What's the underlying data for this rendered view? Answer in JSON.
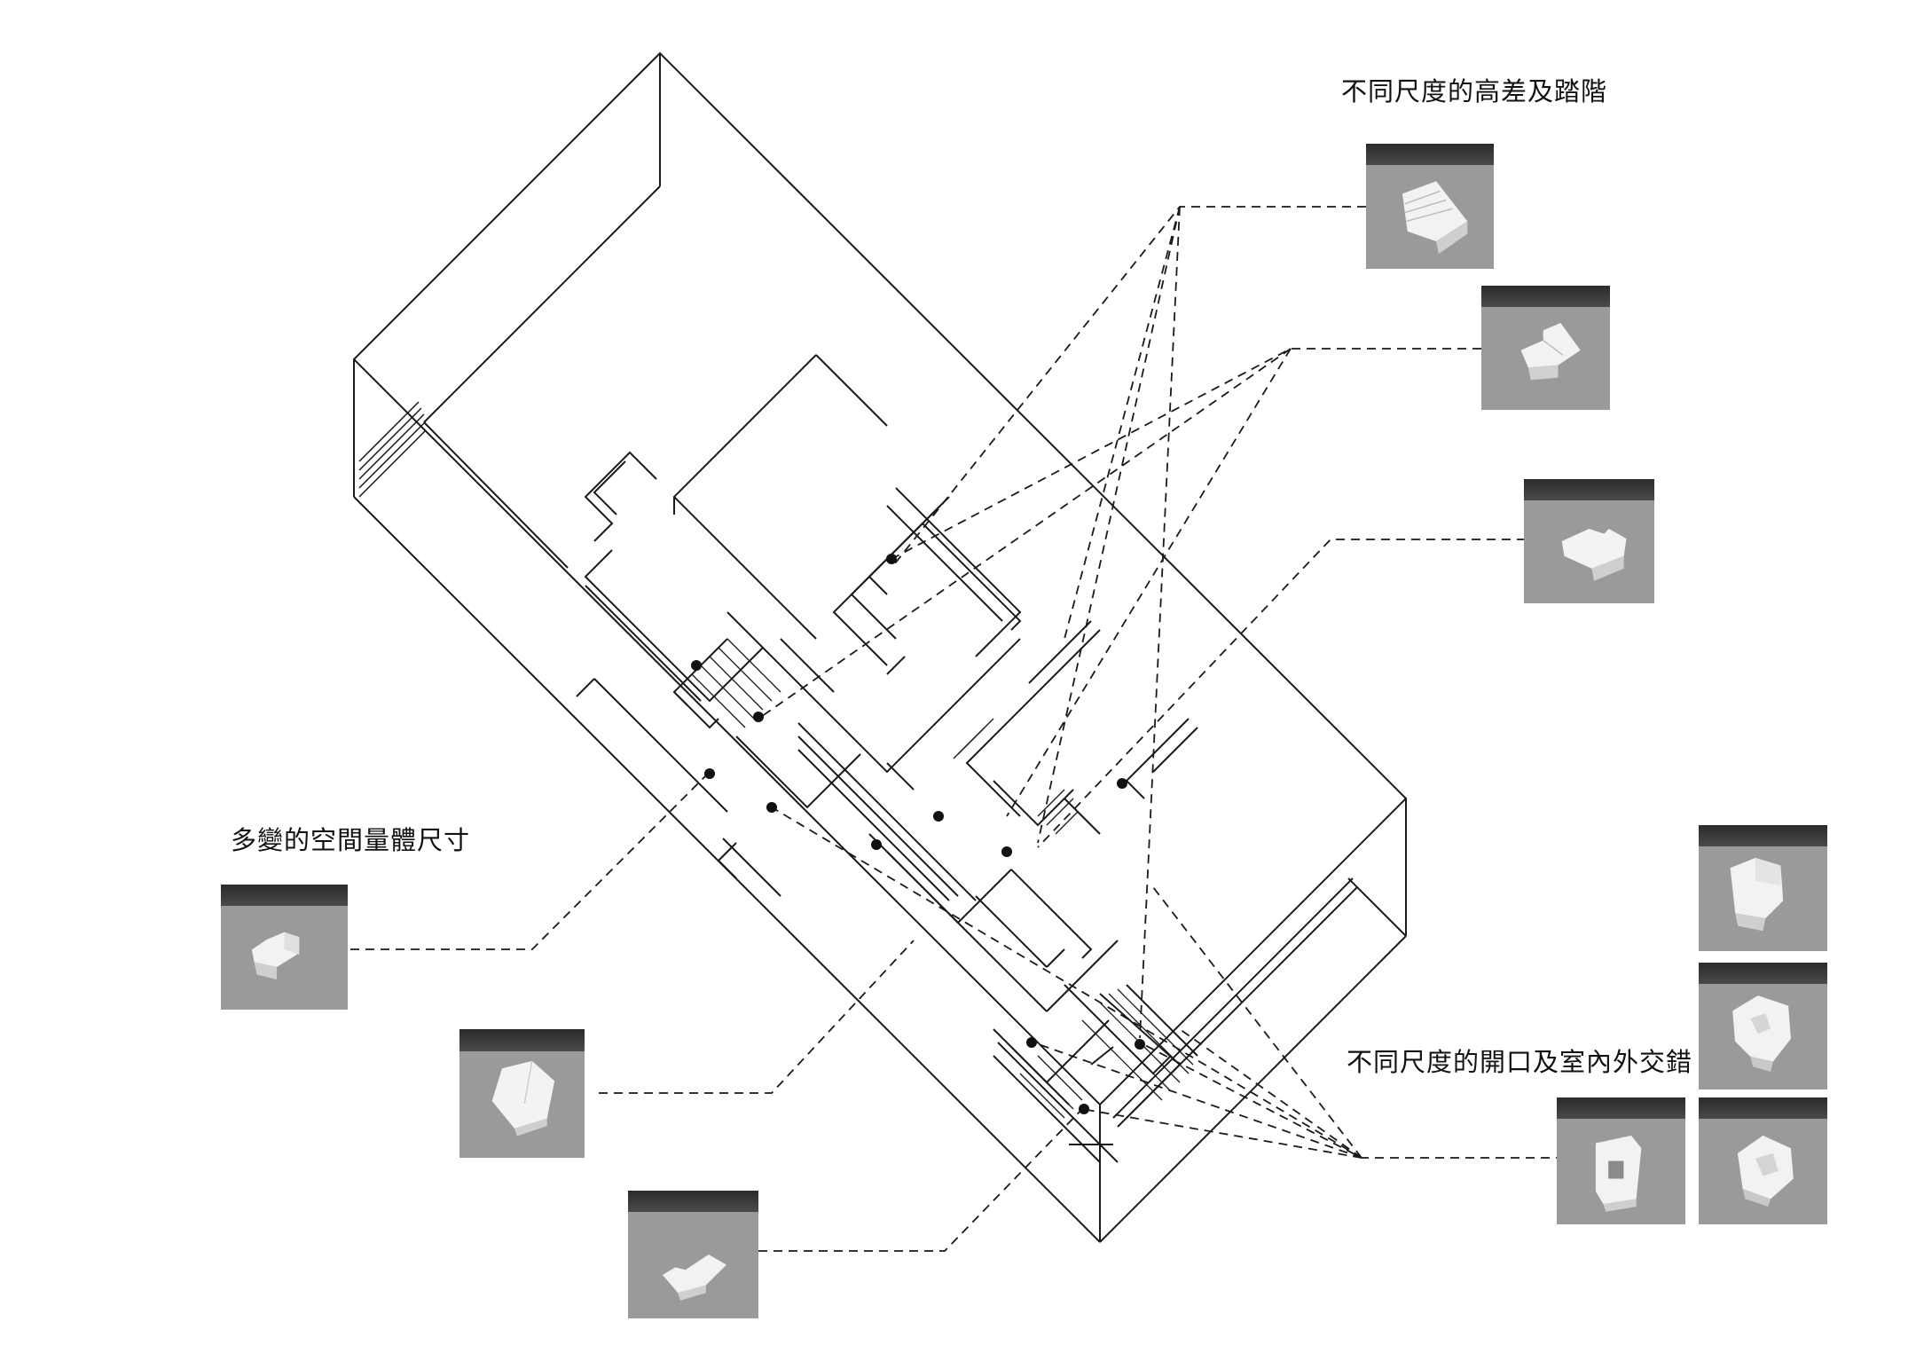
{
  "labels": {
    "steps": "不同尺度的高差及踏階",
    "volumes": "多變的空間量體尺寸",
    "openings": "不同尺度的開口及室內外交錯"
  },
  "photos": [
    {
      "name": "photo-stair-wide",
      "shape": "stair-wide"
    },
    {
      "name": "photo-stair-small",
      "shape": "stair-small"
    },
    {
      "name": "photo-step-block",
      "shape": "step-block"
    },
    {
      "name": "photo-l-block",
      "shape": "l-block"
    },
    {
      "name": "photo-cube-tilted",
      "shape": "cube-tilted"
    },
    {
      "name": "photo-low-block",
      "shape": "low-block"
    },
    {
      "name": "photo-stacked-cubes",
      "shape": "stacked"
    },
    {
      "name": "photo-eroded-block",
      "shape": "eroded"
    },
    {
      "name": "photo-frame-block",
      "shape": "frame"
    },
    {
      "name": "photo-rough-cube",
      "shape": "rough"
    }
  ],
  "colors": {
    "line": "#1a1a1a",
    "photo_bg": "#9a9a9a",
    "model": "#f4f4f4"
  }
}
